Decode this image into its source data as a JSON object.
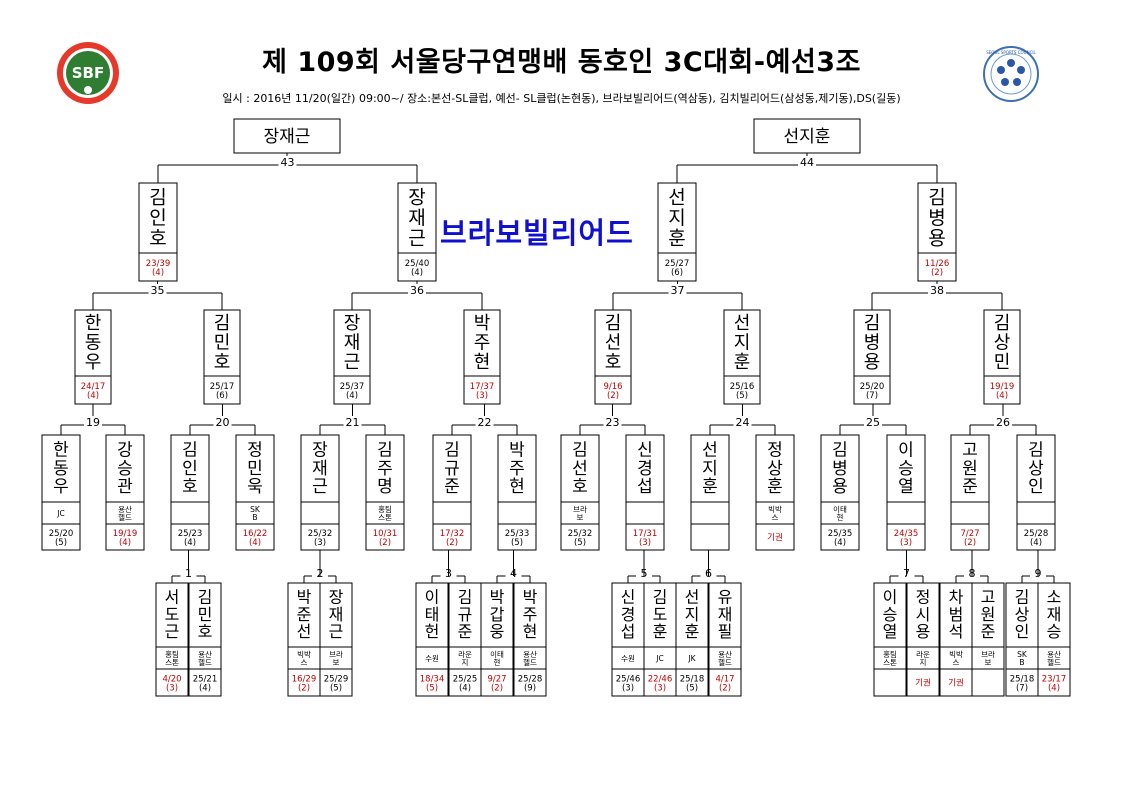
{
  "header": {
    "title": "제 109회 서울당구연맹배 동호인 3C대회-예선3조",
    "subtitle": "일시 : 2016년 11/20(일간) 09:00~/ 장소:본선-SL클럽, 예선- SL클럽(논현동), 브라보빌리어드(역삼동), 김치빌리어드(삼성동,제기동),DS(길동)",
    "logo_left_text": "SBF",
    "logo_right_text": "SEOUL SPORTS COUNCIL"
  },
  "venue_label": "브라보빌리어드",
  "round1": [
    {
      "match": "1",
      "a": {
        "name": "서도근",
        "aff": "홍팀스톤",
        "score": "4/20",
        "rank": "(3)",
        "red": true
      },
      "b": {
        "name": "김민호",
        "aff": "용산헬드",
        "score": "25/21",
        "rank": "(4)",
        "red": false
      }
    },
    {
      "match": "2",
      "a": {
        "name": "박준선",
        "aff": "빅박스",
        "score": "16/29",
        "rank": "(2)",
        "red": true
      },
      "b": {
        "name": "장재근",
        "aff": "브라보",
        "score": "25/29",
        "rank": "(5)",
        "red": false
      }
    },
    {
      "match": "3",
      "a": {
        "name": "이태헌",
        "aff": "수원",
        "score": "18/34",
        "rank": "(5)",
        "red": true
      },
      "b": {
        "name": "김규준",
        "aff": "라운지",
        "score": "25/25",
        "rank": "(4)",
        "red": false
      }
    },
    {
      "match": "4",
      "a": {
        "name": "박갑웅",
        "aff": "이태현",
        "score": "9/27",
        "rank": "(2)",
        "red": true
      },
      "b": {
        "name": "박주현",
        "aff": "용산헬드",
        "score": "25/28",
        "rank": "(9)",
        "red": false
      }
    },
    {
      "match": "5",
      "a": {
        "name": "신경섭",
        "aff": "수원",
        "score": "25/46",
        "rank": "(3)",
        "red": false
      },
      "b": {
        "name": "김도훈",
        "aff": "JC",
        "score": "22/46",
        "rank": "(3)",
        "red": true
      }
    },
    {
      "match": "6",
      "a": {
        "name": "선지훈",
        "aff": "JK",
        "score": "25/18",
        "rank": "(5)",
        "red": false
      },
      "b": {
        "name": "유재필",
        "aff": "용산헬드",
        "score": "4/17",
        "rank": "(2)",
        "red": true
      }
    },
    {
      "match": "7",
      "a": {
        "name": "이승열",
        "aff": "홍팀스톤",
        "score": "",
        "rank": "",
        "red": false
      },
      "b": {
        "name": "정시용",
        "aff": "라운지",
        "score": "기권",
        "rank": "",
        "red": true
      }
    },
    {
      "match": "8",
      "a": {
        "name": "차범석",
        "aff": "빅박스",
        "score": "기권",
        "rank": "",
        "red": true
      },
      "b": {
        "name": "고원준",
        "aff": "브라보",
        "score": "",
        "rank": "",
        "red": false
      }
    },
    {
      "match": "9",
      "a": {
        "name": "김상인",
        "aff": "SKB",
        "score": "25/18",
        "rank": "(7)",
        "red": false
      },
      "b": {
        "name": "소재승",
        "aff": "용산헬드",
        "score": "23/17",
        "rank": "(4)",
        "red": true
      }
    }
  ],
  "round2": [
    {
      "match": "19",
      "a": {
        "name": "한동우",
        "aff": "JC",
        "score": "25/20",
        "rank": "(5)",
        "red": false
      },
      "b": {
        "name": "강승관",
        "aff": "용산헬드",
        "score": "19/19",
        "rank": "(4)",
        "red": true
      }
    },
    {
      "match": "20",
      "a": {
        "name": "김인호",
        "aff": "",
        "score": "25/23",
        "rank": "(4)",
        "red": false
      },
      "b": {
        "name": "정민욱",
        "aff": "SKB",
        "score": "16/22",
        "rank": "(4)",
        "red": true
      }
    },
    {
      "match": "21",
      "a": {
        "name": "장재근",
        "aff": "",
        "score": "25/32",
        "rank": "(3)",
        "red": false
      },
      "b": {
        "name": "김주명",
        "aff": "홍팀스톤",
        "score": "10/31",
        "rank": "(2)",
        "red": true
      }
    },
    {
      "match": "22",
      "a": {
        "name": "김규준",
        "aff": "",
        "score": "17/32",
        "rank": "(2)",
        "red": true
      },
      "b": {
        "name": "박주현",
        "aff": "",
        "score": "25/33",
        "rank": "(5)",
        "red": false
      }
    },
    {
      "match": "23",
      "a": {
        "name": "김선호",
        "aff": "브라보",
        "score": "25/32",
        "rank": "(5)",
        "red": false
      },
      "b": {
        "name": "신경섭",
        "aff": "",
        "score": "17/31",
        "rank": "(3)",
        "red": true
      }
    },
    {
      "match": "24",
      "a": {
        "name": "선지훈",
        "aff": "",
        "score": "",
        "rank": "",
        "red": false
      },
      "b": {
        "name": "정상훈",
        "aff": "빅박스",
        "score": "기권",
        "rank": "",
        "red": true
      }
    },
    {
      "match": "25",
      "a": {
        "name": "김병용",
        "aff": "이태현",
        "score": "25/35",
        "rank": "(4)",
        "red": false
      },
      "b": {
        "name": "이승열",
        "aff": "",
        "score": "24/35",
        "rank": "(3)",
        "red": true
      }
    },
    {
      "match": "26",
      "a": {
        "name": "고원준",
        "aff": "",
        "score": "7/27",
        "rank": "(2)",
        "red": true
      },
      "b": {
        "name": "김상인",
        "aff": "",
        "score": "25/28",
        "rank": "(4)",
        "red": false
      }
    }
  ],
  "round3": [
    {
      "match": "35",
      "a": {
        "name": "한동우",
        "score": "24/17",
        "rank": "(4)",
        "red": true
      },
      "b": {
        "name": "김민호",
        "score": "25/17",
        "rank": "(6)",
        "red": false
      }
    },
    {
      "match": "36",
      "a": {
        "name": "장재근",
        "score": "25/37",
        "rank": "(4)",
        "red": false
      },
      "b": {
        "name": "박주현",
        "score": "17/37",
        "rank": "(3)",
        "red": true
      }
    },
    {
      "match": "37",
      "a": {
        "name": "김선호",
        "score": "9/16",
        "rank": "(2)",
        "red": true
      },
      "b": {
        "name": "선지훈",
        "score": "25/16",
        "rank": "(5)",
        "red": false
      }
    },
    {
      "match": "38",
      "a": {
        "name": "김병용",
        "score": "25/20",
        "rank": "(7)",
        "red": false
      },
      "b": {
        "name": "김상민",
        "score": "19/19",
        "rank": "(4)",
        "red": true
      }
    }
  ],
  "round4": [
    {
      "match": "43",
      "a": {
        "name": "김인호",
        "score": "23/39",
        "rank": "(4)",
        "red": true
      },
      "b": {
        "name": "장재근",
        "score": "25/40",
        "rank": "(4)",
        "red": false
      }
    },
    {
      "match": "44",
      "a": {
        "name": "선지훈",
        "score": "25/27",
        "rank": "(6)",
        "red": false
      },
      "b": {
        "name": "김병용",
        "score": "11/26",
        "rank": "(2)",
        "red": true
      }
    }
  ],
  "winners": [
    "장재근",
    "선지훈"
  ]
}
